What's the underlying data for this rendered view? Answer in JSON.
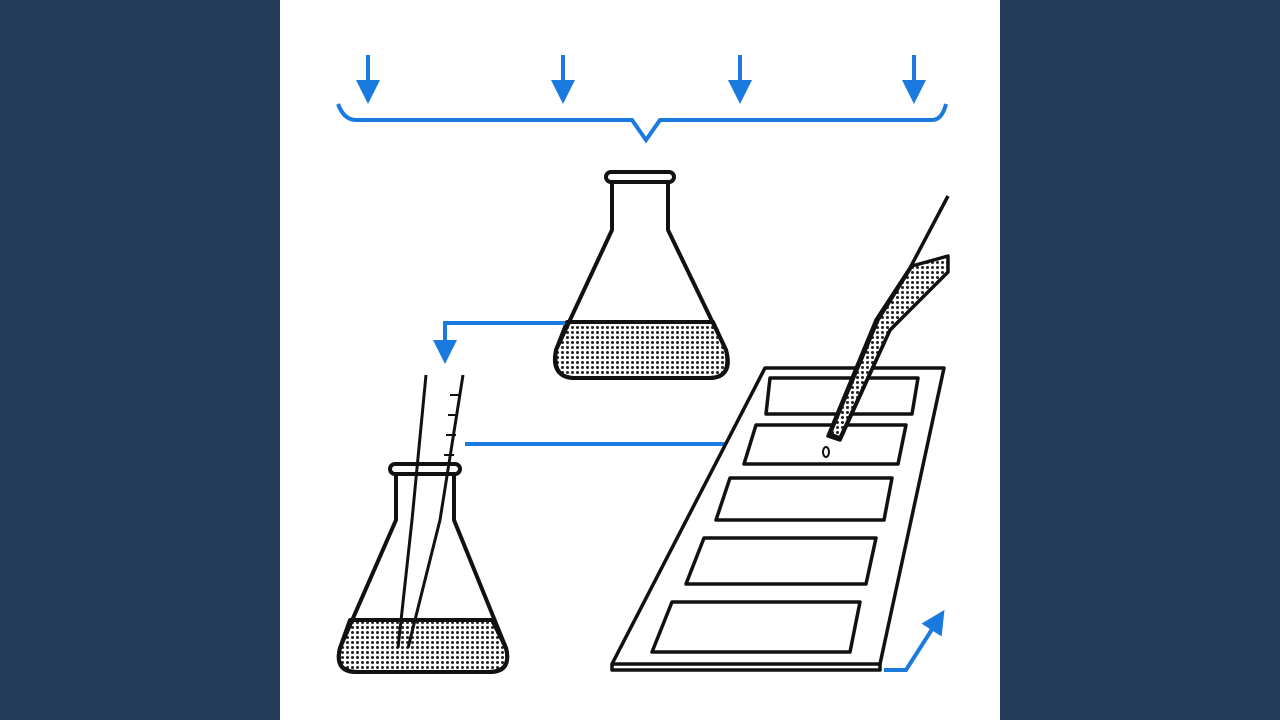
{
  "colors": {
    "background": "#233d5b",
    "panel": "#ffffff",
    "accent_blue": "#1a7ae0",
    "ink": "#111111"
  },
  "icons": [
    "down-arrow",
    "brace",
    "erlenmeyer-flask",
    "pipette",
    "dropper",
    "spot-plate-tray"
  ]
}
